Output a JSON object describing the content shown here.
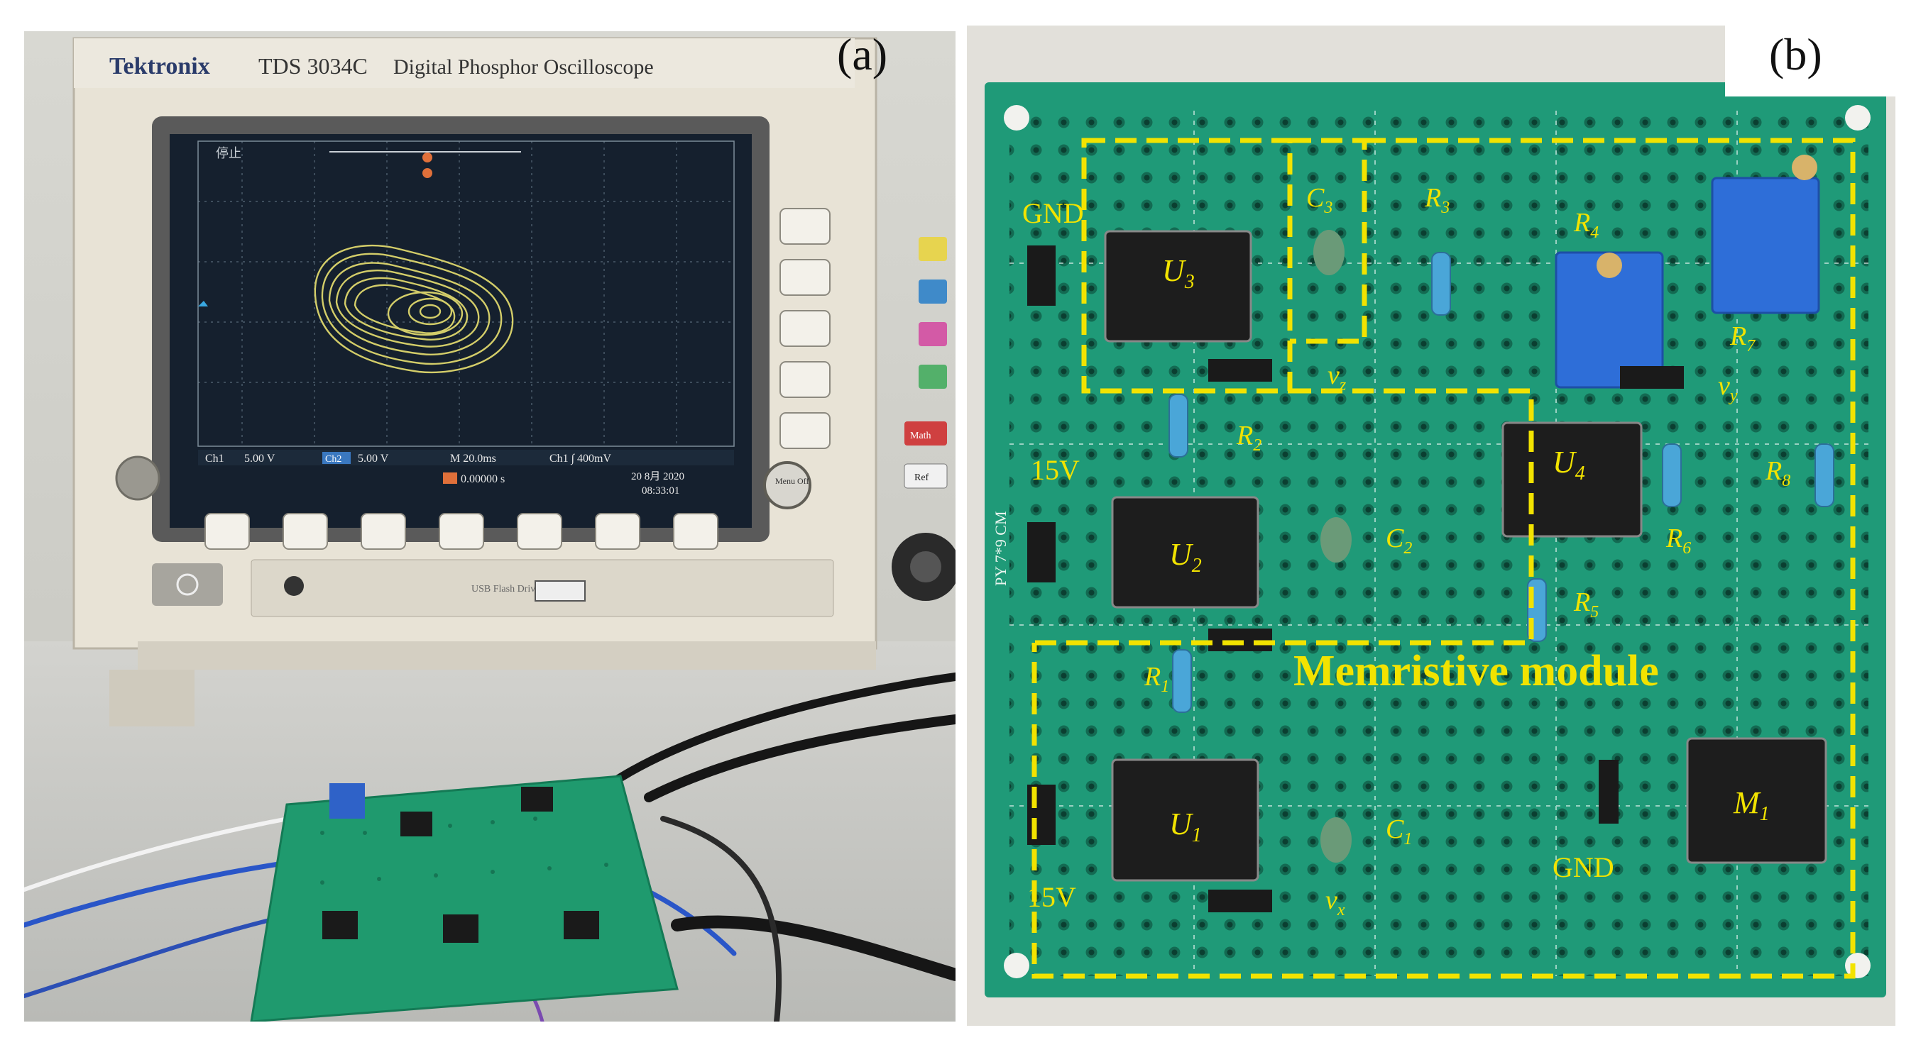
{
  "panels": {
    "a": {
      "label": "(a)"
    },
    "b": {
      "label": "(b)"
    }
  },
  "oscilloscope": {
    "brand": "Tektronix",
    "model": "TDS 3034C",
    "description": "Digital Phosphor Oscilloscope",
    "status_top": "停止",
    "ch1": "Ch1",
    "ch1_scale": "5.00 V",
    "ch2": "Ch2",
    "ch2_scale": "5.00 V",
    "timebase": "M 20.0ms",
    "trigger": "Ch1 ∫ 400mV",
    "offset": "0.00000 s",
    "date": "20 8月 2020",
    "time": "08:33:01",
    "button_menu": "Menu Off",
    "button_math": "Math",
    "button_ref": "Ref",
    "usb_label": "USB Flash Drive"
  },
  "board": {
    "silk_left": "PY 7*9 CM",
    "labels": {
      "gnd_top": "GND",
      "gnd_bottom": "GND",
      "v15_top": "15V",
      "v15_bottom": "15V",
      "module": "Memristive module"
    },
    "components": {
      "U1": {
        "main": "U",
        "sub": "1"
      },
      "U2": {
        "main": "U",
        "sub": "2"
      },
      "U3": {
        "main": "U",
        "sub": "3"
      },
      "U4": {
        "main": "U",
        "sub": "4"
      },
      "M1": {
        "main": "M",
        "sub": "1"
      },
      "C1": {
        "main": "C",
        "sub": "1"
      },
      "C2": {
        "main": "C",
        "sub": "2"
      },
      "C3": {
        "main": "C",
        "sub": "3"
      },
      "R1": {
        "main": "R",
        "sub": "1"
      },
      "R2": {
        "main": "R",
        "sub": "2"
      },
      "R3": {
        "main": "R",
        "sub": "3"
      },
      "R4": {
        "main": "R",
        "sub": "4"
      },
      "R5": {
        "main": "R",
        "sub": "5"
      },
      "R6": {
        "main": "R",
        "sub": "6"
      },
      "R7": {
        "main": "R",
        "sub": "7"
      },
      "R8": {
        "main": "R",
        "sub": "8"
      },
      "vx": {
        "main": "v",
        "sub": "x"
      },
      "vy": {
        "main": "v",
        "sub": "y"
      },
      "vz": {
        "main": "v",
        "sub": "z"
      }
    }
  },
  "colors": {
    "annotation_yellow": "#f2e300",
    "pcb_green": "#1f9a78",
    "scope_trace": "#e8e070"
  }
}
